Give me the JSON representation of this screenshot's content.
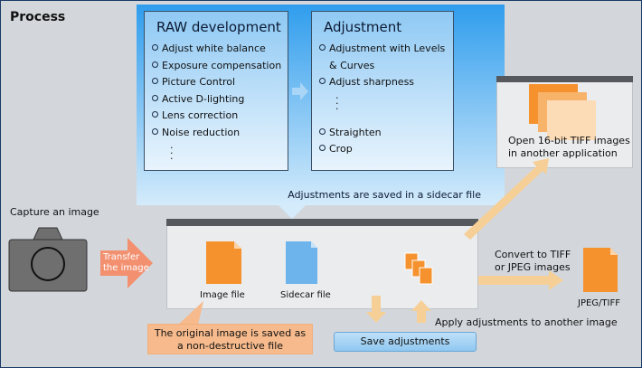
{
  "title": "Process",
  "raw": {
    "title": "RAW development",
    "items": [
      "Adjust white balance",
      "Exposure compensation",
      "Picture Control",
      "Active D-lighting",
      "Lens correction",
      "Noise reduction"
    ]
  },
  "adjustment": {
    "title": "Adjustment",
    "items": [
      "Adjustment with Levels",
      "& Curves",
      "Adjust sharpness",
      "Straighten",
      "Crop"
    ]
  },
  "labels": {
    "sidecar_note": "Adjustments are saved in a sidecar file",
    "capture": "Capture an image",
    "transfer_line1": "Transfer",
    "transfer_line2": "the image",
    "image_file": "Image file",
    "sidecar_file": "Sidecar file",
    "open_tiff_line1": "Open 16-bit TIFF images",
    "open_tiff_line2": "in another application",
    "convert_line1": "Convert to TIFF",
    "convert_line2": "or JPEG images",
    "jpeg_tiff": "JPEG/TIFF",
    "apply_other": "Apply adjustments to another image",
    "original_line1": "The original image is saved as",
    "original_line2": "a non-destructive file",
    "save_button": "Save adjustments"
  },
  "colors": {
    "callout_top": "#2f9ded",
    "orange_file": "#f5922e",
    "blue_file": "#6db4ec",
    "arrow_tan": "#f6cf96",
    "transfer_arrow": "#f29070"
  },
  "icons": [
    "camera-icon",
    "right-arrow-icon",
    "image-file-icon",
    "sidecar-file-icon",
    "file-stack-icon",
    "jpeg-tiff-file-icon"
  ]
}
